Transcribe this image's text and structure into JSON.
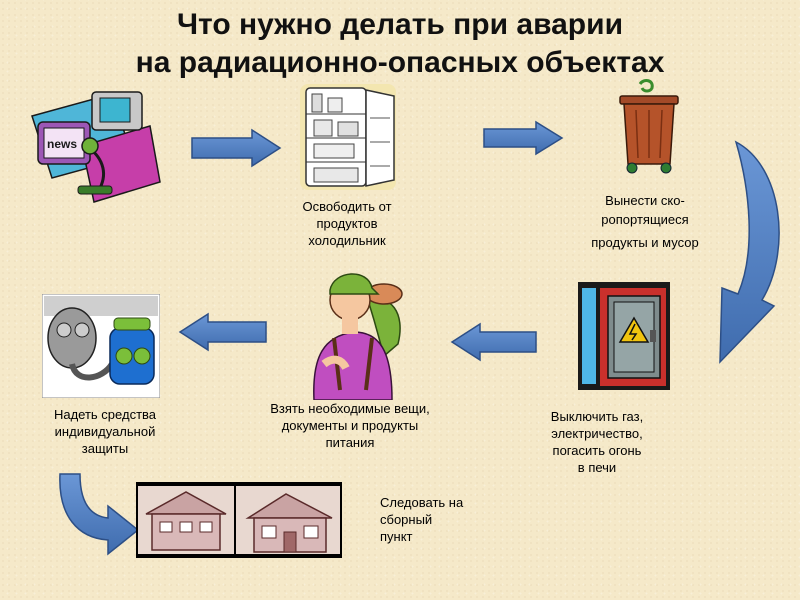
{
  "title": {
    "line1": "Что нужно делать при аварии",
    "line2": "на радиационно-опасных объектах"
  },
  "steps": [
    {
      "label": "Освободить от продуктов холодильник",
      "lines": [
        "Освободить от",
        "продуктов",
        "холодильник"
      ]
    },
    {
      "label": "Вынести скоропортящиеся продукты и мусор",
      "lines": [
        "Вынести ско-",
        "ропортящиеся",
        "продукты и мусор"
      ]
    },
    {
      "label": "Выключить газ, электричество, погасить огонь в печи",
      "lines": [
        "Выключить газ,",
        "электричество,",
        "погасить огонь",
        "в печи"
      ]
    },
    {
      "label": "Взять необходимые вещи, документы и продукты питания",
      "lines": [
        "Взять необходимые вещи,",
        "документы и продукты",
        "питания"
      ]
    },
    {
      "label": "Надеть средства индивидуальной защиты",
      "lines": [
        "Надеть средства",
        "индивидуальной",
        "защиты"
      ]
    },
    {
      "label": "Следовать на сборный пункт",
      "lines": [
        "Следовать на",
        "сборный",
        "пункт"
      ]
    }
  ],
  "news_icon_text": "news",
  "colors": {
    "arrow_fill": "#4f7fc0",
    "arrow_stroke": "#2d4f86",
    "background": "#f5e9c9"
  }
}
